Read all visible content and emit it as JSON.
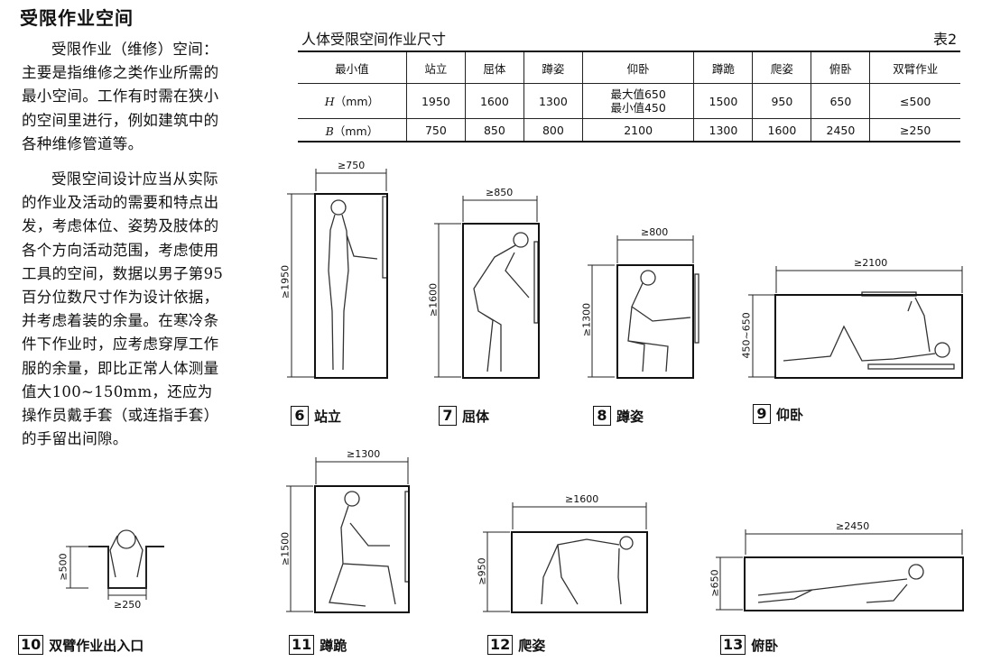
{
  "page_title": "受限作业空间",
  "intro": {
    "p1": "受限作业（维修）空间：主要是指维修之类作业所需的最小空间。工作有时需在狭小的空间里进行，例如建筑中的各种维修管道等。",
    "p2": "受限空间设计应当从实际的作业及活动的需要和特点出发，考虑体位、姿势及肢体的各个方向活动范围，考虑使用工具的空间，数据以男子第95百分位数尺寸作为设计依据，并考虑着装的余量。在寒冷条件下作业时，应考虑穿厚工作服的余量，即比正常人体测量值大100~150mm，还应为操作员戴手套（或连指手套）的手留出间隙。"
  },
  "table": {
    "caption": "人体受限空间作业尺寸",
    "label": "表2",
    "headers": [
      "最小值",
      "站立",
      "屈体",
      "蹲姿",
      "仰卧",
      "蹲跪",
      "爬姿",
      "俯卧",
      "双臂作业"
    ],
    "h_label": "H",
    "b_label": "B",
    "unit": "（mm）",
    "h_values": [
      "1950",
      "1600",
      "1300",
      "最大值650",
      "1500",
      "950",
      "650",
      "≤500"
    ],
    "h_supine_min": "最小值450",
    "b_values": [
      "750",
      "850",
      "800",
      "2100",
      "1300",
      "1600",
      "2450",
      "≥250"
    ]
  },
  "figures": [
    {
      "num": "6",
      "label": "站立",
      "width": "≥750",
      "height": "≥1950"
    },
    {
      "num": "7",
      "label": "屈体",
      "width": "≥850",
      "height": "≥1600"
    },
    {
      "num": "8",
      "label": "蹲姿",
      "width": "≥800",
      "height": "≥1300"
    },
    {
      "num": "9",
      "label": "仰卧",
      "width": "≥2100",
      "height": "450~650"
    },
    {
      "num": "10",
      "label": "双臂作业出入口",
      "width": "≥250",
      "height": "≥500"
    },
    {
      "num": "11",
      "label": "蹲跪",
      "width": "≥1300",
      "height": "≥1500"
    },
    {
      "num": "12",
      "label": "爬姿",
      "width": "≥1600",
      "height": "≥950"
    },
    {
      "num": "13",
      "label": "俯卧",
      "width": "≥2450",
      "height": "≥650"
    }
  ]
}
